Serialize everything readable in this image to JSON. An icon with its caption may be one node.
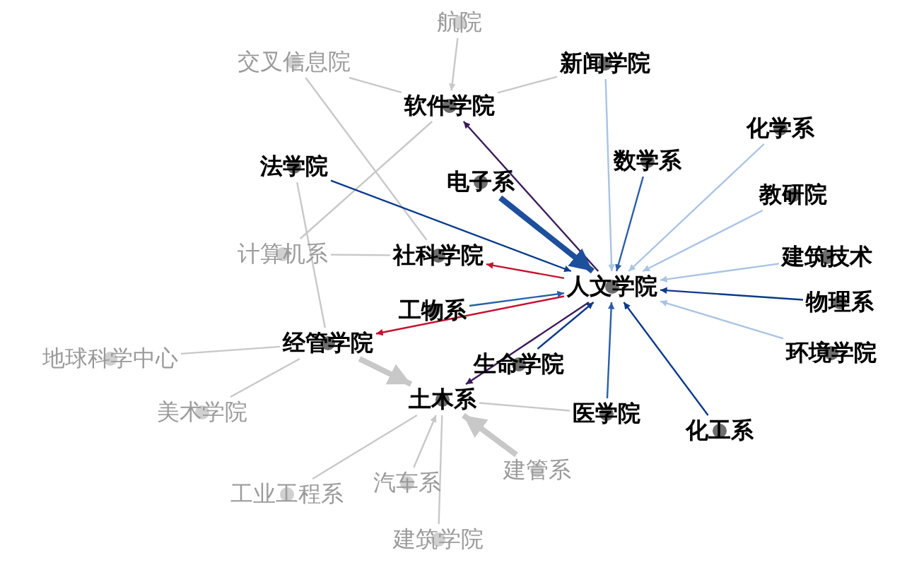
{
  "diagram": {
    "nodes": [
      {
        "text": [
          "人文学院"
        ]
      },
      {
        "text": [
          "新闻学院"
        ]
      },
      {
        "text": [
          "软件学院"
        ]
      },
      {
        "text": [
          "化学系"
        ]
      },
      {
        "text": [
          "数学系"
        ]
      },
      {
        "text": [
          "法学院"
        ]
      },
      {
        "text": [
          "电子系"
        ]
      },
      {
        "text": [
          "教研院"
        ]
      },
      {
        "text": [
          "社科学院"
        ]
      },
      {
        "text": [
          "建筑技术"
        ]
      },
      {
        "text": [
          "物理系"
        ]
      },
      {
        "text": [
          "工物系"
        ]
      },
      {
        "text": [
          "环境学院"
        ]
      },
      {
        "text": [
          "经管学院"
        ]
      },
      {
        "text": [
          "生命学院"
        ]
      },
      {
        "text": [
          "土木系"
        ]
      },
      {
        "text": [
          "医学院"
        ]
      },
      {
        "text": [
          "化工系"
        ]
      },
      {
        "text": [
          "航院"
        ]
      },
      {
        "text": [
          "交叉信息院"
        ]
      },
      {
        "text": [
          "计算机系"
        ]
      },
      {
        "text": [
          "地球科学中心"
        ]
      },
      {
        "text": [
          "美术学院"
        ]
      },
      {
        "text": [
          "工业工程系"
        ]
      },
      {
        "text": [
          "汽车系"
        ]
      },
      {
        "text": [
          "建管系"
        ]
      },
      {
        "text": [
          "建筑学院"
        ]
      }
    ],
    "edges": [
      {
        "from": 1,
        "to": 0,
        "arrow": "to",
        "color": "#a9c3e3"
      },
      {
        "from": 3,
        "to": 0,
        "arrow": "to",
        "color": "#a9c3e3"
      },
      {
        "from": 4,
        "to": 0,
        "arrow": "to",
        "color": "#2a5ea8"
      },
      {
        "from": 5,
        "to": 0,
        "arrow": "to",
        "color": "#0b3a8a"
      },
      {
        "from": 6,
        "to": 0,
        "arrow": "to",
        "color": "#1d4f9c",
        "style": "thick"
      },
      {
        "from": 7,
        "to": 0,
        "arrow": "to",
        "color": "#a9c3e3"
      },
      {
        "from": 9,
        "to": 0,
        "arrow": "to",
        "color": "#a9c3e3"
      },
      {
        "from": 10,
        "to": 0,
        "arrow": "to",
        "color": "#0b3a8a"
      },
      {
        "from": 12,
        "to": 0,
        "arrow": "to",
        "color": "#a9c3e3"
      },
      {
        "from": 14,
        "to": 0,
        "arrow": "to",
        "color": "#0b3a8a"
      },
      {
        "from": 16,
        "to": 0,
        "arrow": "to",
        "color": "#2a5ea8"
      },
      {
        "from": 17,
        "to": 0,
        "arrow": "to",
        "color": "#0b3a8a"
      },
      {
        "from": 11,
        "to": 0,
        "arrow": "to",
        "color": "#2a5ea8"
      },
      {
        "from": 0,
        "to": 2,
        "arrow": "to",
        "color": "#3b1a5a"
      },
      {
        "from": 0,
        "to": 8,
        "arrow": "to",
        "color": "#c8102e"
      },
      {
        "from": 0,
        "to": 13,
        "arrow": "to",
        "color": "#c8102e"
      },
      {
        "from": 0,
        "to": 15,
        "arrow": "to",
        "color": "#3b1a5a"
      },
      {
        "from": 18,
        "to": 2,
        "arrow": "to"
      },
      {
        "from": 19,
        "to": 2,
        "arrow": "none"
      },
      {
        "from": 19,
        "to": 8,
        "arrow": "none"
      },
      {
        "from": 1,
        "to": 2,
        "arrow": "none"
      },
      {
        "from": 2,
        "to": 20,
        "arrow": "none"
      },
      {
        "from": 20,
        "to": 8,
        "arrow": "none"
      },
      {
        "from": 5,
        "to": 13,
        "arrow": "none"
      },
      {
        "from": 13,
        "to": 21,
        "arrow": "none"
      },
      {
        "from": 13,
        "to": 22,
        "arrow": "none"
      },
      {
        "from": 13,
        "to": 15,
        "arrow": "to",
        "style": "thick"
      },
      {
        "from": 25,
        "to": 15,
        "arrow": "to",
        "style": "thick"
      },
      {
        "from": 24,
        "to": 15,
        "arrow": "to"
      },
      {
        "from": 23,
        "to": 15,
        "arrow": "none"
      },
      {
        "from": 26,
        "to": 15,
        "arrow": "none"
      },
      {
        "from": 16,
        "to": 15,
        "arrow": "none"
      }
    ]
  }
}
